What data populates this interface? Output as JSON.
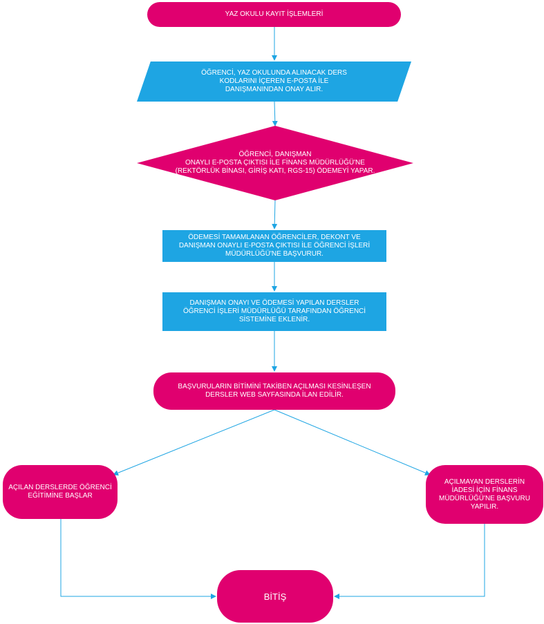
{
  "colors": {
    "terminal": "#e0006f",
    "process": "#1ea5e3",
    "arrow": "#1ea5e3",
    "text": "#ffffff"
  },
  "nodes": {
    "start": "YAZ OKULU KAYIT İŞLEMLERİ",
    "approval": "ÖĞRENCİ, YAZ OKULUNDA ALINACAK DERS\nKODLARINI İÇEREN E-POSTA İLE\nDANIŞMANINDAN ONAY ALIR.",
    "payment": "ÖĞRENCİ, DANIŞMAN\nONAYLI E-POSTA ÇIKTISI İLE FİNANS MÜDÜRLÜĞÜ'NE\n(REKTÖRLÜK BİNASI, GİRİŞ KATI, RGS-15) ÖDEMEYİ YAPAR.",
    "apply": "ÖDEMESİ TAMAMLANAN ÖĞRENCİLER, DEKONT VE\nDANIŞMAN ONAYLI E-POSTA ÇIKTISI İLE ÖĞRENCİ İŞLERİ\nMÜDÜRLÜĞÜ'NE BAŞVURUR.",
    "register": "DANIŞMAN ONAYI VE ÖDEMESİ YAPILAN DERSLER\nÖĞRENCİ İŞLERİ MÜDÜRLÜĞÜ TARAFINDAN ÖĞRENCİ\nSİSTEMİNE EKLENİR.",
    "announce": "BAŞVURULARIN BİTİMİNİ TAKİBEN AÇILMASI KESİNLEŞEN\nDERSLER WEB SAYFASINDA İLAN EDİLİR.",
    "opened": "AÇILAN DERSLERDE ÖĞRENCİ\nEĞİTİMİNE BAŞLAR",
    "refund": "AÇILMAYAN DERSLERİN\nİADESİ İÇİN FİNANS\nMÜDÜRLÜĞÜ'NE BAŞVURU\nYAPILIR.",
    "end": "BİTİŞ"
  }
}
